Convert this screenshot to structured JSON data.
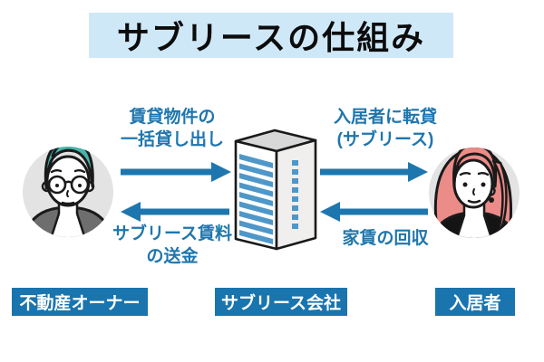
{
  "title": "サブリースの仕組み",
  "colors": {
    "accent_blue": "#1e76ae",
    "label_box_blue": "#1a74ad",
    "title_banner_blue": "#cfe8f8",
    "building_window_blue": "#4e97c9",
    "owner_hair_teal": "#45b4aa",
    "tenant_hair_pink": "#eb8c89",
    "avatar_circle_grey": "#e3e3e3"
  },
  "actors": {
    "owner": {
      "label": "不動産オーナー"
    },
    "company": {
      "label": "サブリース会社"
    },
    "tenant": {
      "label": "入居者"
    }
  },
  "flows": {
    "lease_out": {
      "line1": "賃貸物件の",
      "line2": "一括貸し出し"
    },
    "sublease": {
      "line1": "入居者に転貸",
      "line2": "(サブリース)"
    },
    "rent_remit": {
      "line1": "サブリース賃料",
      "line2": "の送金"
    },
    "rent_collect": {
      "line1": "家賃の回収"
    }
  }
}
